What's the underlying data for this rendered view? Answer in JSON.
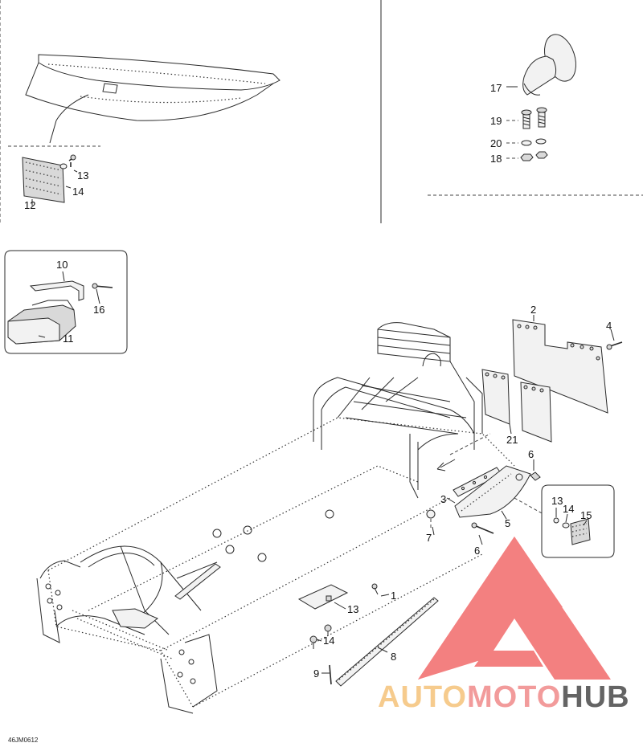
{
  "figure_code": "46JM0612",
  "watermark": {
    "word_a": "AUTO",
    "word_b": "MOTO",
    "word_c": "HUB",
    "color_a": "#f5c27a",
    "color_b": "#f08a8a",
    "color_c": "#4a4a4a",
    "triangle_color": "#f26b6b"
  },
  "callouts": [
    {
      "id": "c1",
      "text": "1"
    },
    {
      "id": "c2",
      "text": "2"
    },
    {
      "id": "c3",
      "text": "3"
    },
    {
      "id": "c4",
      "text": "4"
    },
    {
      "id": "c5",
      "text": "5"
    },
    {
      "id": "c6a",
      "text": "6"
    },
    {
      "id": "c6b",
      "text": "6"
    },
    {
      "id": "c7",
      "text": "7"
    },
    {
      "id": "c8",
      "text": "8"
    },
    {
      "id": "c9",
      "text": "9"
    },
    {
      "id": "c10",
      "text": "10"
    },
    {
      "id": "c11",
      "text": "11"
    },
    {
      "id": "c12",
      "text": "12"
    },
    {
      "id": "c13a",
      "text": "13"
    },
    {
      "id": "c13b",
      "text": "13"
    },
    {
      "id": "c13c",
      "text": "13"
    },
    {
      "id": "c14a",
      "text": "14"
    },
    {
      "id": "c14b",
      "text": "14"
    },
    {
      "id": "c14c",
      "text": "14"
    },
    {
      "id": "c15",
      "text": "15"
    },
    {
      "id": "c16",
      "text": "16"
    },
    {
      "id": "c17",
      "text": "17"
    },
    {
      "id": "c18",
      "text": "18"
    },
    {
      "id": "c19",
      "text": "19"
    },
    {
      "id": "c20",
      "text": "20"
    },
    {
      "id": "c21",
      "text": "21"
    }
  ]
}
